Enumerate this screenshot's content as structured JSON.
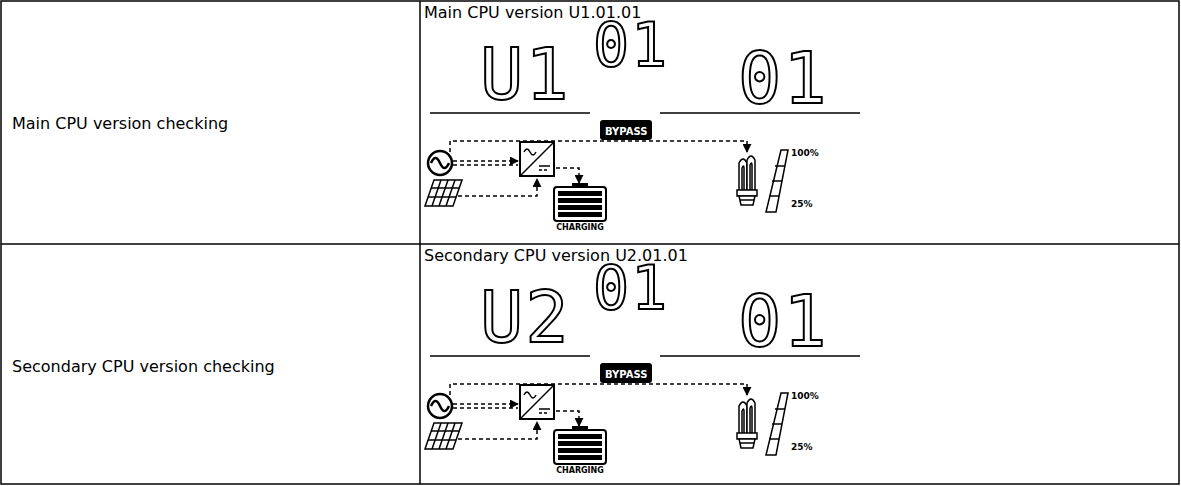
{
  "diagram": {
    "nodes": [
      {
        "text": [
          "BYPASS"
        ]
      },
      {
        "text": [
          "BYPASS"
        ]
      }
    ],
    "labels": [
      "Main CPU version checking",
      "Main CPU version U1.01.01",
      "U1",
      "01",
      "01",
      "100%",
      "25%",
      "CHARGING",
      "Secondary CPU version checking",
      "Secondary CPU version U2.01.01",
      "U2",
      "01",
      "01",
      "100%",
      "25%",
      "CHARGING"
    ]
  }
}
